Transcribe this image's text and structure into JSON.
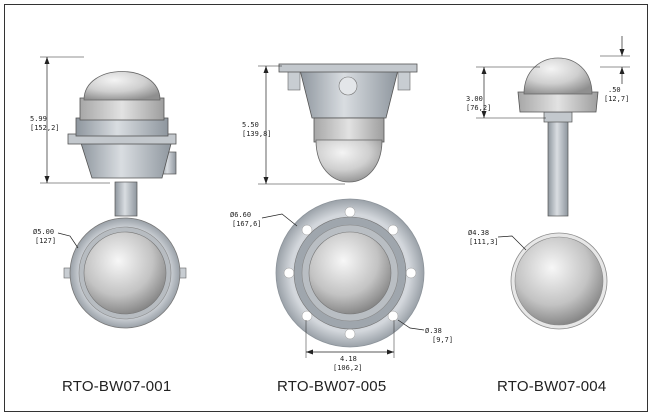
{
  "products": [
    {
      "model": "RTO-BW07-001",
      "height_in": "5.99",
      "height_mm": "[152,2]",
      "diameter_in": "Ø5.00",
      "diameter_mm": "[127]"
    },
    {
      "model": "RTO-BW07-005",
      "height_in": "5.50",
      "height_mm": "[139,8]",
      "flange_in": "Ø6.60",
      "flange_mm": "[167,6]",
      "hole_in": "Ø.38",
      "hole_mm": "[9,7]",
      "bolt_in": "4.18",
      "bolt_mm": "[106,2]"
    },
    {
      "model": "RTO-BW07-004",
      "height_in": "3.00",
      "height_mm": "[76,2]",
      "offset_in": ".50",
      "offset_mm": "[12,7]",
      "diameter_in": "Ø4.38",
      "diameter_mm": "[111,3]"
    }
  ],
  "colors": {
    "border": "#333333",
    "dome": "#c9c9c9",
    "metal": "#b6bcc2",
    "line": "#222222"
  }
}
